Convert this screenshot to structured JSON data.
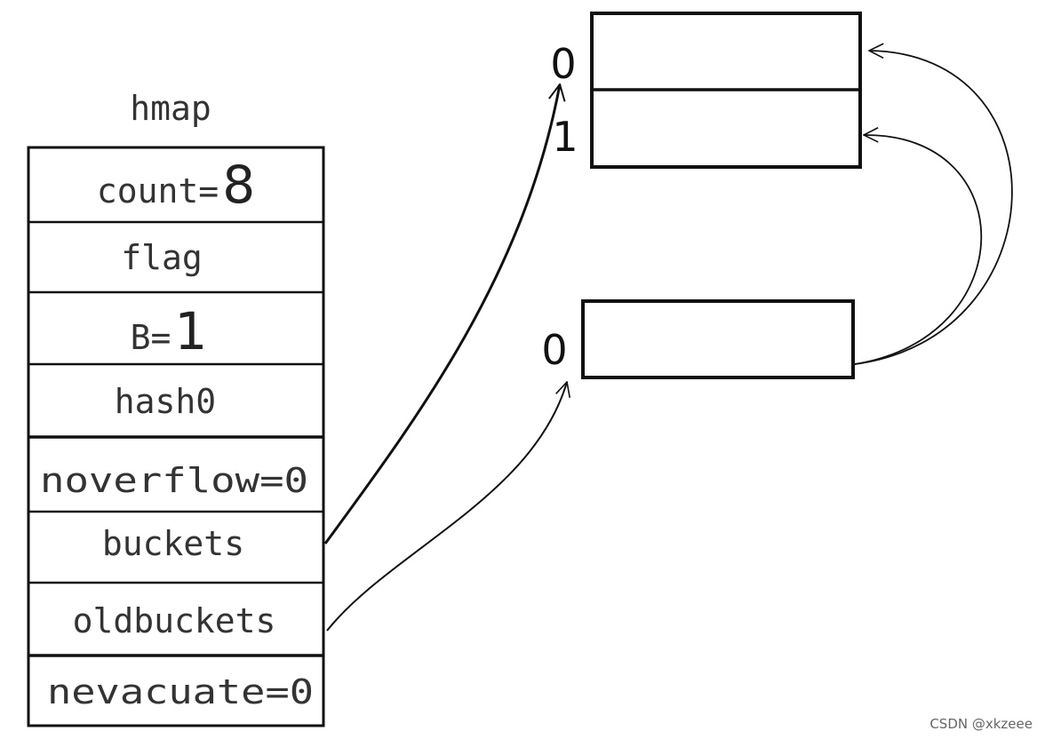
{
  "hmap": {
    "title": "hmap",
    "fields": {
      "count_label": "count=",
      "count_value": "8",
      "flag": "flag",
      "b_label": "B=",
      "b_value": "1",
      "hash0": "hash0",
      "noverflow": "noverflow=0",
      "buckets": "buckets",
      "oldbuckets": "oldbuckets",
      "nevacuate": "nevacuate=0"
    }
  },
  "new_buckets": {
    "index_0": "0",
    "index_1": "1"
  },
  "old_buckets": {
    "index_0": "0"
  },
  "watermark": "CSDN @xkzeee",
  "colors": {
    "stroke": "#111111",
    "text": "#333333",
    "background": "#ffffff"
  }
}
